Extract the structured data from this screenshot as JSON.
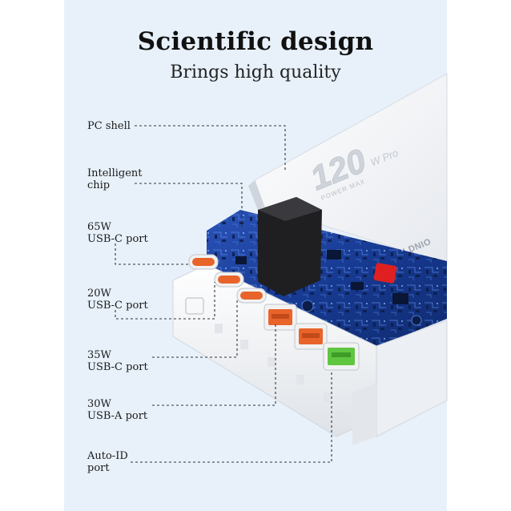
{
  "header": {
    "title": "Scientific design",
    "subtitle": "Brings high quality"
  },
  "product": {
    "power_text": "120",
    "power_suffix": "W Pro",
    "power_max_text": "POWER MAX",
    "brand_text": "LDNIO"
  },
  "callouts": [
    {
      "name": "pc-shell-label",
      "text": "PC shell"
    },
    {
      "name": "intelligent-chip-label",
      "text": "Intelligent\nchip"
    },
    {
      "name": "usb-c-65w-label",
      "text": "65W\nUSB-C port"
    },
    {
      "name": "usb-c-20w-label",
      "text": "20W\nUSB-C port"
    },
    {
      "name": "usb-c-35w-label",
      "text": "35W\nUSB-C port"
    },
    {
      "name": "usb-a-30w-label",
      "text": "30W\nUSB-A port"
    },
    {
      "name": "auto-id-label",
      "text": "Auto-ID\nport"
    }
  ],
  "colors": {
    "panel_bg": "#e8f1fa",
    "pcb_blue": "#1b3a8c",
    "port_orange": "#e8642a",
    "port_green": "#5fc640",
    "chip_red": "#e02020"
  }
}
